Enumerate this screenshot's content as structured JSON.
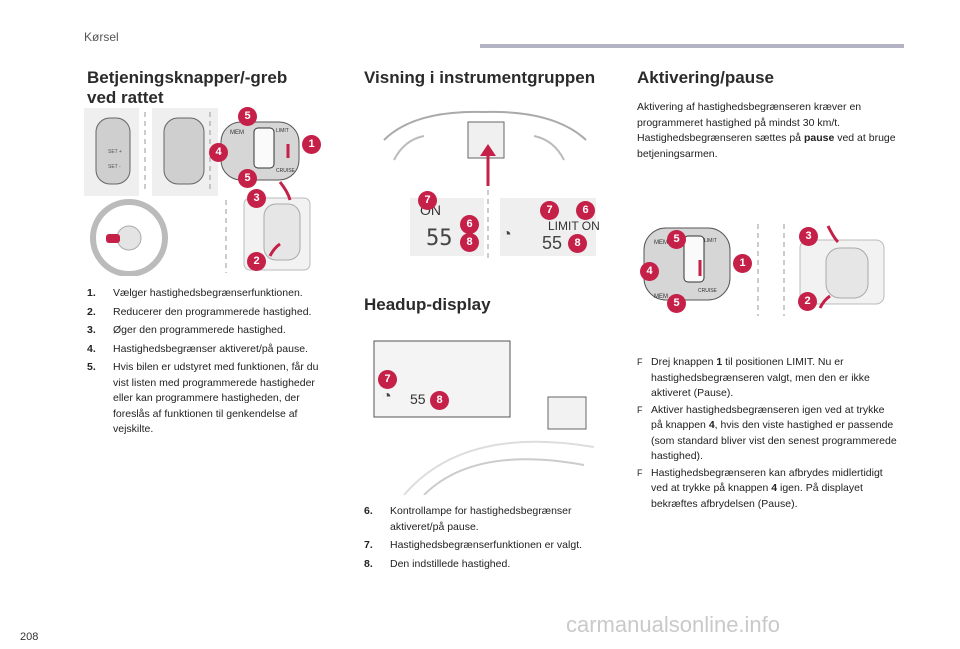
{
  "header": {
    "section": "Kørsel"
  },
  "left": {
    "title_line1": "Betjeningsknapper/-greb",
    "title_line2": "ved rattet",
    "items": [
      {
        "num": "1.",
        "text": "Vælger hastighedsbegrænserfunktionen."
      },
      {
        "num": "2.",
        "text": "Reducerer den programmerede hastighed."
      },
      {
        "num": "3.",
        "text": "Øger den programmerede hastighed."
      },
      {
        "num": "4.",
        "text": "Hastighedsbegrænser aktiveret/på pause."
      },
      {
        "num": "5.",
        "text": "Hvis bilen er udstyret med funktionen, får du vist listen med programmerede hastigheder eller kan programmere hastigheden, der foreslås af funktionen til genkendelse af vejskilte."
      }
    ],
    "fig": {
      "b1": "1",
      "b2": "2",
      "b3": "3",
      "b4": "4",
      "b5a": "5",
      "b5b": "5",
      "mem": "MEM",
      "limit": "LIMIT",
      "cruise": "CRUISE",
      "set_p": "SET +",
      "set_m": "SET -"
    }
  },
  "middle": {
    "title": "Visning i instrumentgruppen",
    "title2": "Headup-display",
    "display1": {
      "on": "ON",
      "speed": "55",
      "b6": "6",
      "b7": "7",
      "b8": "8"
    },
    "display2": {
      "limit_on": "LIMIT ON",
      "speed": "55",
      "b6": "6",
      "b7": "7",
      "b8": "8"
    },
    "hud": {
      "speed": "55",
      "b7": "7",
      "b8": "8"
    },
    "items": [
      {
        "num": "6.",
        "text": "Kontrollampe for hastighedsbegrænser aktiveret/på pause."
      },
      {
        "num": "7.",
        "text": "Hastighedsbegrænserfunktionen er valgt."
      },
      {
        "num": "8.",
        "text": "Den indstillede hastighed."
      }
    ]
  },
  "right": {
    "title": "Aktivering/pause",
    "intro_a": "Aktivering af hastighedsbegrænseren kræver en programmeret hastighed på mindst 30 km/t. Hastighedsbegrænseren sættes på ",
    "intro_bold": "pause",
    "intro_b": " ved at bruge betjeningsarmen.",
    "fig": {
      "b1": "1",
      "b2": "2",
      "b3": "3",
      "b4": "4",
      "b5a": "5",
      "b5b": "5",
      "mem": "MEM",
      "limit": "LIMIT",
      "cruise": "CRUISE"
    },
    "bullet_symbol": "F",
    "bullets": [
      {
        "a": "Drej knappen ",
        "b": "1",
        "c": " til positionen LIMIT. Nu er hastighedsbegrænseren valgt, men den er ikke aktiveret (Pause)."
      },
      {
        "a": "Aktiver hastighedsbegrænseren igen ved at trykke på knappen ",
        "b": "4",
        "c": ", hvis den viste hastighed er passende (som standard bliver vist den senest programmerede hastighed)."
      },
      {
        "a": "Hastighedsbegrænseren kan afbrydes midlertidigt ved at trykke på knappen ",
        "b": "4",
        "c": " igen. På displayet bekræftes afbrydelsen (Pause)."
      }
    ]
  },
  "footer": {
    "page": "208",
    "watermark": "carmanualsonline.info"
  },
  "colors": {
    "accent": "#c42048",
    "bar": "#b3b3c4"
  }
}
